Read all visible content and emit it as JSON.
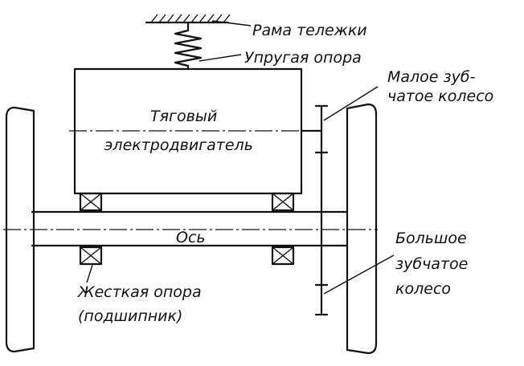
{
  "labels": {
    "frame": "Рама тележки",
    "spring": "Упругая опора",
    "small_gear_1": "Малое зуб-",
    "small_gear_2": "чатое колесо",
    "motor_1": "Тяговый",
    "motor_2": "электродвигатель",
    "axle": "Ось",
    "big_gear_1": "Большое",
    "big_gear_2": "зубчатое",
    "big_gear_3": "колесо",
    "bearing_1": "Жесткая опора",
    "bearing_2": "(подшипник)"
  }
}
